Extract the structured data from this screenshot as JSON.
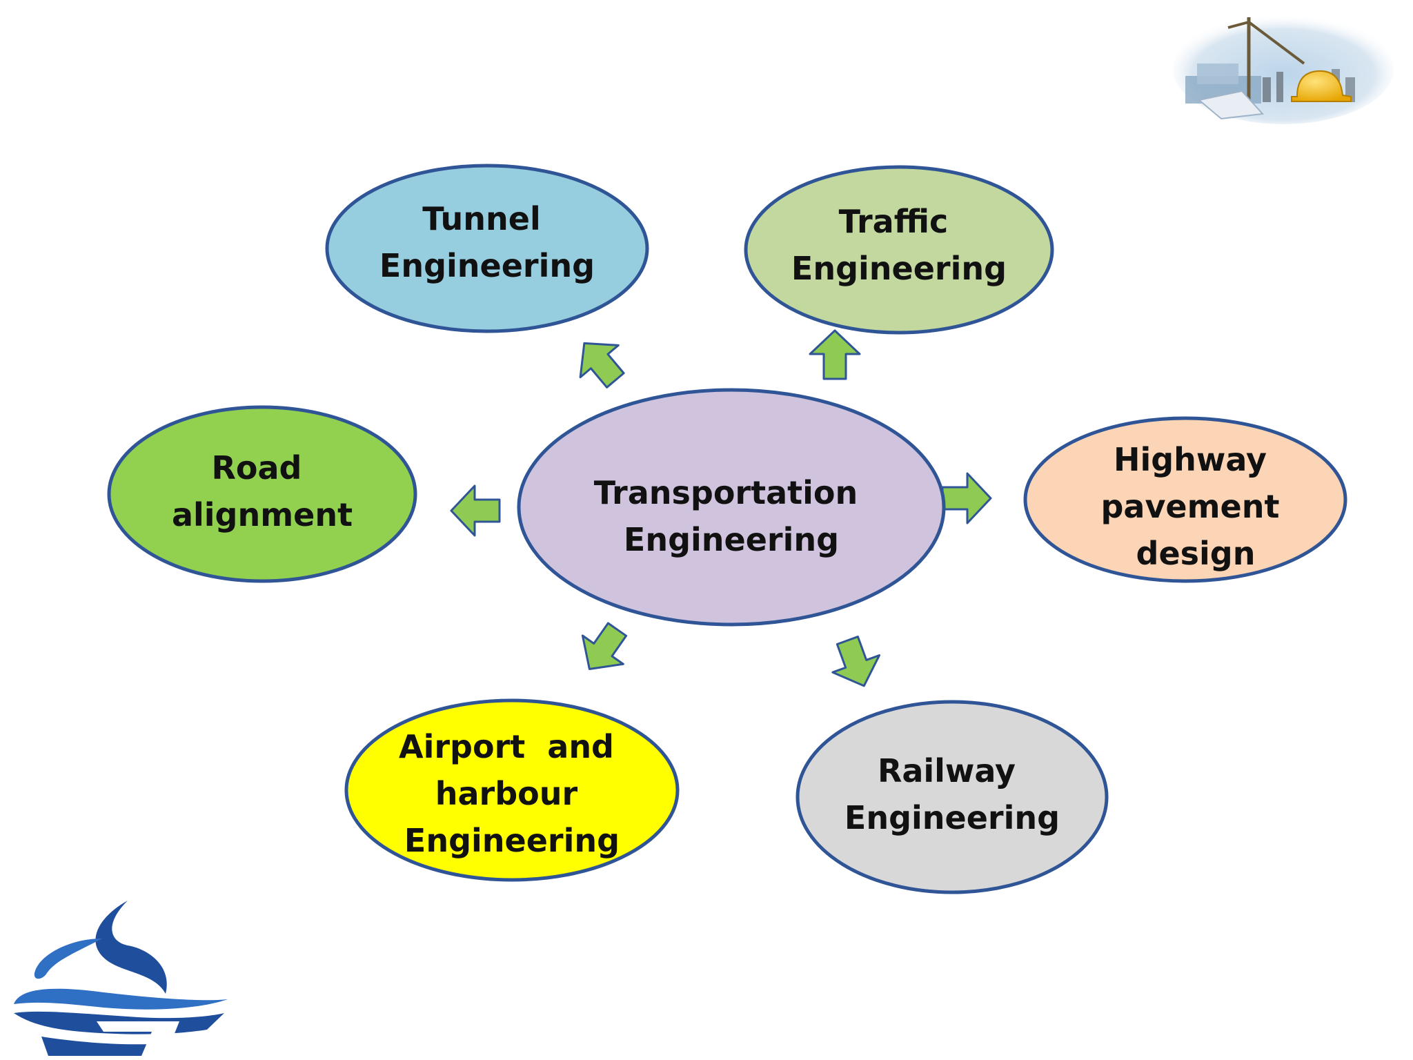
{
  "center": {
    "lines": [
      "Transportation",
      "Engineering"
    ],
    "fill": "#cfc3de"
  },
  "nodes": [
    {
      "id": "tunnel",
      "lines": [
        "Tunnel",
        "Engineering"
      ],
      "fill": "#96cddf"
    },
    {
      "id": "traffic",
      "lines": [
        "Traffic",
        "Engineering"
      ],
      "fill": "#c3d89f"
    },
    {
      "id": "road",
      "lines": [
        "Road",
        "alignment"
      ],
      "fill": "#92d050"
    },
    {
      "id": "highway",
      "lines": [
        "Highway",
        "pavement",
        "design"
      ],
      "fill": "#fbd5b5"
    },
    {
      "id": "airport",
      "lines": [
        "Airport  and",
        "harbour",
        "Engineering"
      ],
      "fill": "#ffff00"
    },
    {
      "id": "railway",
      "lines": [
        "Railway",
        "Engineering"
      ],
      "fill": "#d8d8d8"
    }
  ],
  "colors": {
    "outline": "#2f5597",
    "arrow_fill": "#8fcb52",
    "arrow_stroke": "#2f5597"
  },
  "icons": {
    "corner_image": "construction-site-image",
    "logo": "college-logo"
  }
}
